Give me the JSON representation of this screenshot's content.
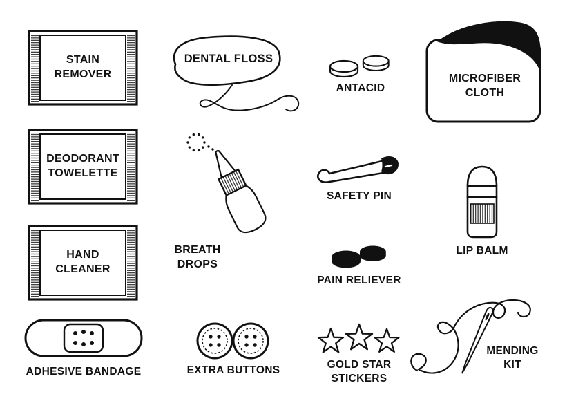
{
  "page": {
    "colors": {
      "ink": "#111111",
      "background": "#ffffff"
    }
  },
  "items": {
    "stain_remover": {
      "label": "STAIN REMOVER"
    },
    "dental_floss": {
      "label": "DENTAL FLOSS"
    },
    "antacid": {
      "label": "ANTACID"
    },
    "microfiber_cloth": {
      "label": "MICROFIBER CLOTH"
    },
    "deodorant_towelette": {
      "label": "DEODORANT TOWELETTE"
    },
    "breath_drops": {
      "label": "BREATH DROPS"
    },
    "safety_pin": {
      "label": "SAFETY PIN"
    },
    "lip_balm": {
      "label": "LIP BALM"
    },
    "hand_cleaner": {
      "label": "HAND CLEANER"
    },
    "pain_reliever": {
      "label": "PAIN RELIEVER"
    },
    "adhesive_bandage": {
      "label": "ADHESIVE BANDAGE"
    },
    "extra_buttons": {
      "label": "EXTRA BUTTONS"
    },
    "gold_star_stickers": {
      "label": "GOLD STAR STICKERS"
    },
    "mending_kit": {
      "label": "MENDING KIT"
    }
  },
  "icons": {
    "stain_remover": "sachet-packet-icon",
    "deodorant_towelette": "sachet-packet-icon",
    "hand_cleaner": "sachet-packet-icon",
    "dental_floss": "floss-blob-with-string-icon",
    "antacid": "two-tablets-outline-icon",
    "microfiber_cloth": "folded-cloth-icon",
    "breath_drops": "spray-bottle-icon",
    "safety_pin": "safety-pin-icon",
    "lip_balm": "lip-balm-tube-icon",
    "pain_reliever": "two-tablets-filled-icon",
    "adhesive_bandage": "bandage-icon",
    "extra_buttons": "two-buttons-icon",
    "gold_star_stickers": "three-stars-icon",
    "mending_kit": "needle-and-thread-icon"
  }
}
